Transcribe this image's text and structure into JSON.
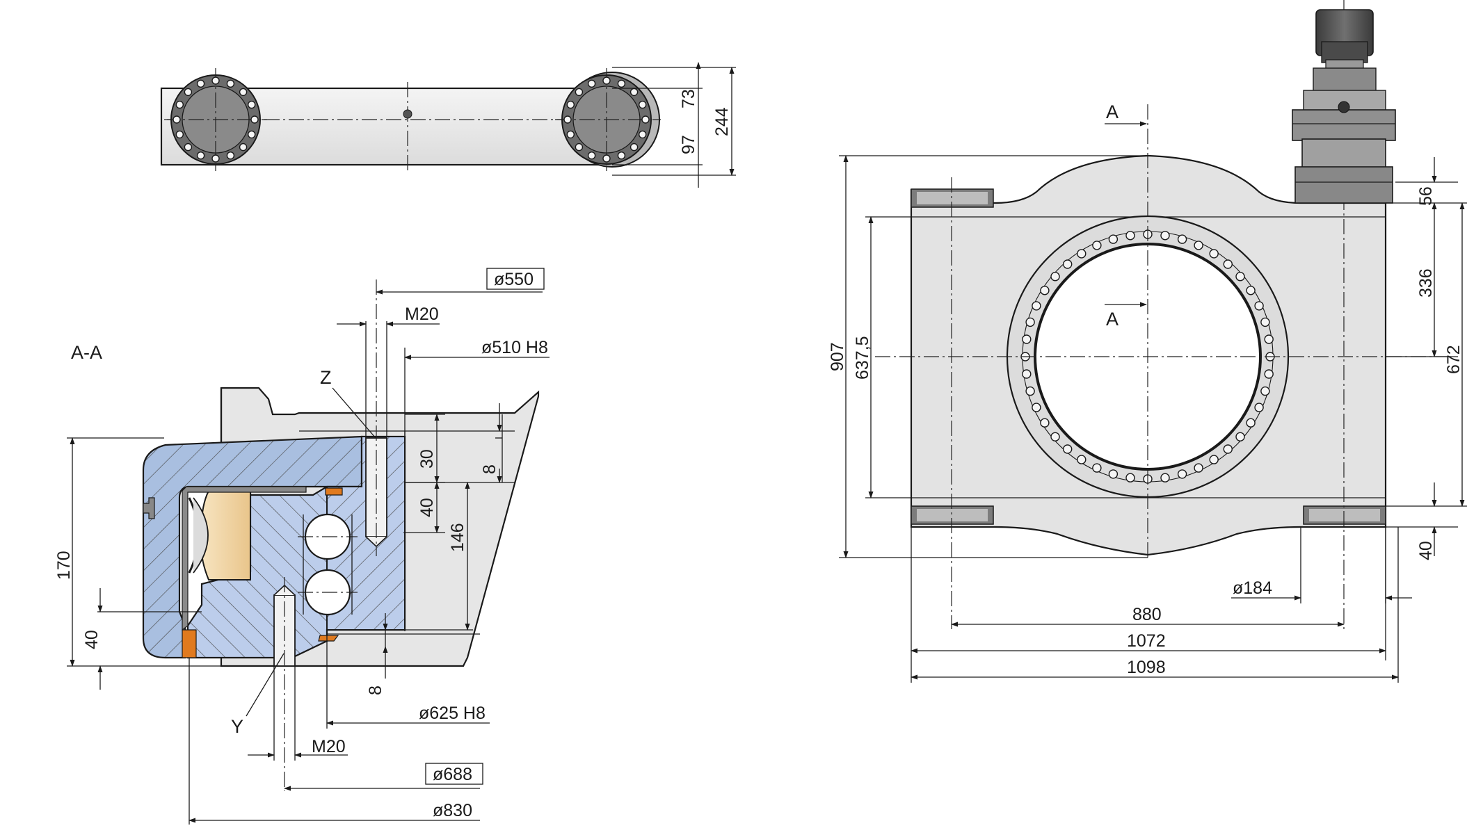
{
  "section": {
    "title": "A-A",
    "labels": {
      "z": "Z",
      "y": "Y"
    },
    "dims": {
      "d550": "ø550",
      "m20_top": "M20",
      "d510": "ø510 H8",
      "d170": "170",
      "d40_left": "40",
      "d30": "30",
      "d8_top": "8",
      "d40_mid": "40",
      "d146": "146",
      "d8_bot": "8",
      "d625": "ø625 H8",
      "m20_bot": "M20",
      "d688": "ø688",
      "d830": "ø830"
    }
  },
  "top_view": {
    "dims": {
      "d73": "73",
      "d97": "97",
      "d244": "244"
    }
  },
  "front_view": {
    "cut_labels": {
      "upper": "A",
      "lower": "A"
    },
    "dims": {
      "d907": "907",
      "d637": "637,5",
      "d56": "56",
      "d336": "336",
      "d672": "672",
      "d40": "40",
      "d184": "ø184",
      "d880": "880",
      "d1072": "1072",
      "d1098": "1098"
    }
  },
  "colors": {
    "housing_hatch": "#a9bfe0",
    "ring_hatch": "#bccdeb",
    "roller": "#f1d6a6",
    "seal": "#e07a1f",
    "body_grey": "#e3e3e3",
    "motor_dark": "#4a4a4a"
  }
}
